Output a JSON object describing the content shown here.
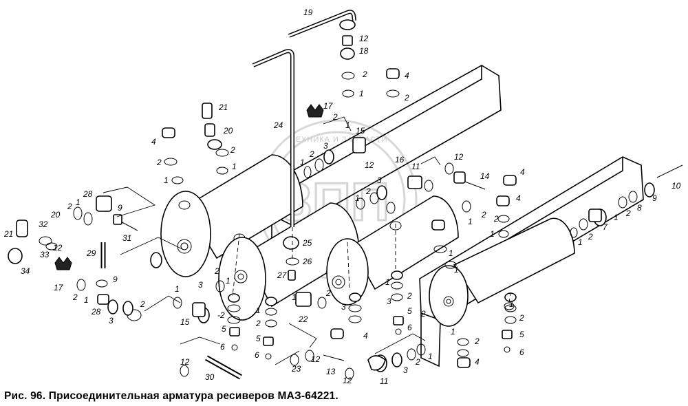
{
  "caption": "Рис. 96. Присоединительная арматура ресиверов МАЗ-64221.",
  "watermark": {
    "logo_text": "ЗПП",
    "ring_text": "ТЕХНИКА И ЗАПЧАСТИ"
  },
  "callouts": [
    {
      "id": "c19",
      "text": "19"
    },
    {
      "id": "c12a",
      "text": "12"
    },
    {
      "id": "c18",
      "text": "18"
    },
    {
      "id": "c2a",
      "text": "2"
    },
    {
      "id": "c1a",
      "text": "1"
    },
    {
      "id": "c4a",
      "text": "4"
    },
    {
      "id": "c2b",
      "text": "2"
    },
    {
      "id": "c21a",
      "text": "21"
    },
    {
      "id": "c20a",
      "text": "20"
    },
    {
      "id": "c2c",
      "text": "2"
    },
    {
      "id": "c1b",
      "text": "1"
    },
    {
      "id": "c24",
      "text": "24"
    },
    {
      "id": "c17a",
      "text": "17"
    },
    {
      "id": "c2d",
      "text": "2"
    },
    {
      "id": "c1c",
      "text": "1"
    },
    {
      "id": "c15a",
      "text": "15"
    },
    {
      "id": "c3a",
      "text": "3"
    },
    {
      "id": "c2e",
      "text": "2"
    },
    {
      "id": "c1d",
      "text": "1"
    },
    {
      "id": "c12b",
      "text": "12"
    },
    {
      "id": "c16",
      "text": "16"
    },
    {
      "id": "c4b",
      "text": "4"
    },
    {
      "id": "c2f",
      "text": "2"
    },
    {
      "id": "c1e",
      "text": "1"
    },
    {
      "id": "c11a",
      "text": "11"
    },
    {
      "id": "c12c",
      "text": "12"
    },
    {
      "id": "c14",
      "text": "14"
    },
    {
      "id": "c4c",
      "text": "4"
    },
    {
      "id": "c3b",
      "text": "3"
    },
    {
      "id": "c2g",
      "text": "2"
    },
    {
      "id": "c1f",
      "text": "1"
    },
    {
      "id": "c4d",
      "text": "4"
    },
    {
      "id": "c1g",
      "text": "1"
    },
    {
      "id": "c2h",
      "text": "2"
    },
    {
      "id": "c10",
      "text": "10"
    },
    {
      "id": "c9a",
      "text": "9"
    },
    {
      "id": "c8",
      "text": "8"
    },
    {
      "id": "c2i",
      "text": "2"
    },
    {
      "id": "c1h",
      "text": "1"
    },
    {
      "id": "c7",
      "text": "7"
    },
    {
      "id": "c2j",
      "text": "2"
    },
    {
      "id": "c1i",
      "text": "1"
    },
    {
      "id": "c1j",
      "text": "1"
    },
    {
      "id": "c2k",
      "text": "2"
    },
    {
      "id": "c25",
      "text": "25"
    },
    {
      "id": "c26",
      "text": "26"
    },
    {
      "id": "c27",
      "text": "27"
    },
    {
      "id": "c28a",
      "text": "28"
    },
    {
      "id": "c1k",
      "text": "1"
    },
    {
      "id": "c2l",
      "text": "2"
    },
    {
      "id": "c20b",
      "text": "20"
    },
    {
      "id": "c9b",
      "text": "9"
    },
    {
      "id": "c21b",
      "text": "21"
    },
    {
      "id": "c32",
      "text": "32"
    },
    {
      "id": "c12d",
      "text": "12"
    },
    {
      "id": "c31",
      "text": "31"
    },
    {
      "id": "c33",
      "text": "33"
    },
    {
      "id": "c34",
      "text": "34"
    },
    {
      "id": "c29",
      "text": "29"
    },
    {
      "id": "c9c",
      "text": "9"
    },
    {
      "id": "c17b",
      "text": "17"
    },
    {
      "id": "c2m",
      "text": "2"
    },
    {
      "id": "c1l",
      "text": "1"
    },
    {
      "id": "c28b",
      "text": "28"
    },
    {
      "id": "c3c",
      "text": "3"
    },
    {
      "id": "c2n",
      "text": "2"
    },
    {
      "id": "c1m",
      "text": "1"
    },
    {
      "id": "c3d",
      "text": "3"
    },
    {
      "id": "c15b",
      "text": "15"
    },
    {
      "id": "c2o",
      "text": "2"
    },
    {
      "id": "c1n",
      "text": "1"
    },
    {
      "id": "c12e",
      "text": "12"
    },
    {
      "id": "c30",
      "text": "30"
    },
    {
      "id": "c2p",
      "text": "-2"
    },
    {
      "id": "c5a",
      "text": "5"
    },
    {
      "id": "c6a",
      "text": "6"
    },
    {
      "id": "c1o",
      "text": "1"
    },
    {
      "id": "c2q",
      "text": "2"
    },
    {
      "id": "c5b",
      "text": "5"
    },
    {
      "id": "c6b",
      "text": "6"
    },
    {
      "id": "c22",
      "text": "22"
    },
    {
      "id": "c1p",
      "text": "1"
    },
    {
      "id": "c2r",
      "text": "2"
    },
    {
      "id": "c23",
      "text": "23"
    },
    {
      "id": "c12f",
      "text": "12"
    },
    {
      "id": "c13",
      "text": "13"
    },
    {
      "id": "c12g",
      "text": "12"
    },
    {
      "id": "c3e",
      "text": "3"
    },
    {
      "id": "c4e",
      "text": "4"
    },
    {
      "id": "c1q",
      "text": "1"
    },
    {
      "id": "c2s",
      "text": "2"
    },
    {
      "id": "c3f",
      "text": "3"
    },
    {
      "id": "c5c",
      "text": "5"
    },
    {
      "id": "c6c",
      "text": "6"
    },
    {
      "id": "c11b",
      "text": "11"
    },
    {
      "id": "c3g",
      "text": "3"
    },
    {
      "id": "c2t",
      "text": "2"
    },
    {
      "id": "c1r",
      "text": "1"
    },
    {
      "id": "c1s",
      "text": "1"
    },
    {
      "id": "c2u",
      "text": "2"
    },
    {
      "id": "c4f",
      "text": "4"
    },
    {
      "id": "c1t",
      "text": "1"
    },
    {
      "id": "c2v",
      "text": "2"
    },
    {
      "id": "c5d",
      "text": "5"
    },
    {
      "id": "c6d",
      "text": "6"
    },
    {
      "id": "c1u",
      "text": "1"
    },
    {
      "id": "c1v",
      "text": "1"
    },
    {
      "id": "c2w",
      "text": "2"
    }
  ]
}
